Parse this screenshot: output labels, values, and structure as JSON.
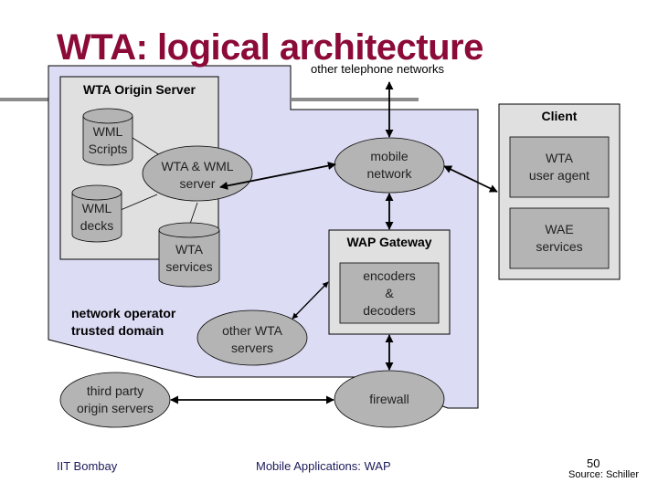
{
  "slide": {
    "title": "WTA: logical architecture",
    "annotation_top": "other telephone networks",
    "colors": {
      "title": "#8b0a37",
      "domain_fill": "#dcdcf4",
      "box_fill": "#e0e0e0",
      "node_fill": "#b4b4b4",
      "rule": "#8c8c8c",
      "footer_text": "#1a1a5a"
    }
  },
  "diagram": {
    "origin_server": {
      "title": "WTA Origin Server",
      "wml_scripts": [
        "WML",
        "Scripts"
      ],
      "wml_decks": [
        "WML",
        "decks"
      ],
      "wta_wml_server": [
        "WTA & WML",
        "server"
      ],
      "wta_services": [
        "WTA",
        "services"
      ]
    },
    "domain_label": [
      "network operator",
      "trusted domain"
    ],
    "other_wta_servers": [
      "other WTA",
      "servers"
    ],
    "mobile_network": [
      "mobile",
      "network"
    ],
    "wap_gateway": {
      "title": "WAP Gateway",
      "codec": [
        "encoders",
        "&",
        "decoders"
      ]
    },
    "firewall": "firewall",
    "third_party": [
      "third party",
      "origin servers"
    ],
    "client": {
      "title": "Client",
      "wta_user_agent": [
        "WTA",
        "user agent"
      ],
      "wae_services": [
        "WAE",
        "services"
      ]
    }
  },
  "footer": {
    "left": "IIT Bombay",
    "center": "Mobile Applications: WAP",
    "page_number": "50",
    "source": "Source: Schiller"
  }
}
